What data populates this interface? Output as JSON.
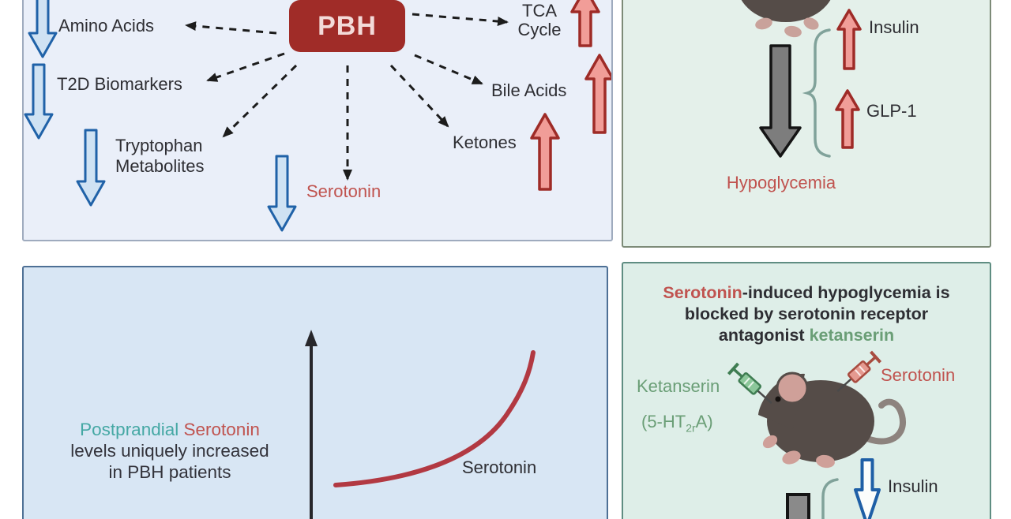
{
  "figure": {
    "panel_effects": {
      "hub": "PBH",
      "amino_acids": "Amino Acids",
      "t2d_biomarkers": "T2D Biomarkers",
      "tryptophan_line1": "Tryptophan",
      "tryptophan_line2": "Metabolites",
      "serotonin": "Serotonin",
      "tca_line1": "TCA",
      "tca_line2": "Cycle",
      "bile_acids": "Bile Acids",
      "ketones": "Ketones"
    },
    "panel_hypoglycemia": {
      "insulin": "Insulin",
      "glp1": "GLP-1",
      "caption": "Hypoglycemia"
    },
    "panel_chart": {
      "caption_word1": "Postprandial",
      "caption_word2": "Serotonin",
      "caption_line2": "levels uniquely increased",
      "caption_line3": "in PBH patients",
      "curve_label": "Serotonin"
    },
    "panel_ketanserin": {
      "title_red": "Serotonin",
      "title_rest1": "-induced hypoglycemia is",
      "title_line2": "blocked by serotonin receptor",
      "title_rest2": "antagonist",
      "title_green": "ketanserin",
      "drug_label": "Ketanserin",
      "receptor_open": "(5-HT",
      "receptor_sub": "2r",
      "receptor_close": "A)",
      "serotonin_label": "Serotonin",
      "insulin_label": "Insulin"
    }
  },
  "colors": {
    "panel_top_left_bg": "#eaeff9",
    "panel_bottom_left_bg": "#d8e6f4",
    "panel_right_bg": "#e4f0ea",
    "pbh_box": "#a02c28",
    "blue_arrow_fill": "#cfe2f3",
    "blue_arrow_stroke": "#2062a8",
    "red_arrow_fill": "#f19d98",
    "red_arrow_stroke": "#9e2b27",
    "gray_arrow_fill": "#7d7d7d",
    "serotonin_red": "#c0534f",
    "postprandial_teal": "#45a8a4",
    "ketanserin_green": "#6a9e76",
    "curve_red": "#b23942"
  },
  "chart_data": {
    "type": "line",
    "title": "",
    "xlabel": "",
    "ylabel": "",
    "grid": false,
    "axes": "schematic vertical arrow axis only, no ticks or scale",
    "series": [
      {
        "name": "Serotonin",
        "x": [
          0,
          1,
          2,
          3,
          4,
          5
        ],
        "values": [
          1.0,
          1.1,
          1.35,
          1.8,
          2.7,
          4.6
        ]
      }
    ],
    "annotations": [
      "Serotonin"
    ],
    "legend_position": "inline-right"
  }
}
